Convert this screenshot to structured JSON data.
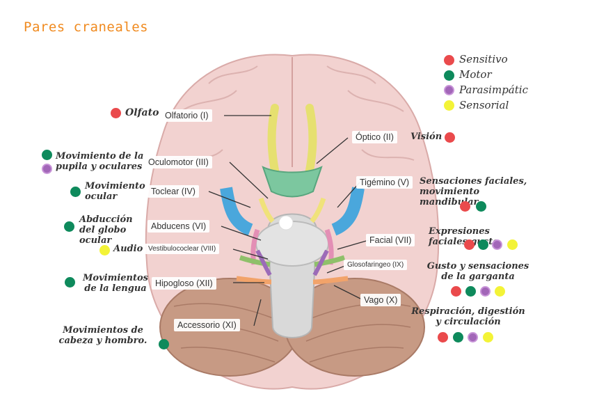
{
  "title": "Pares craneales",
  "legend": [
    {
      "label": "Sensitivo",
      "color": "#ea4a4c",
      "icon": "red-dot"
    },
    {
      "label": "Motor",
      "color": "#0e8a5c",
      "icon": "green-dot"
    },
    {
      "label": "Parasimpátic",
      "color": "#a266b8",
      "icon": "purple-dot"
    },
    {
      "label": "Sensorial",
      "color": "#f3f337",
      "icon": "yellow-dot"
    }
  ],
  "nerves": {
    "olfatorio": "Olfatorio (I)",
    "optico": "Óptico (II)",
    "oculomotor": "Oculomotor (III)",
    "toclear": "Toclear (IV)",
    "trigemino": "Tigémino (V)",
    "abducens": "Abducens (VI)",
    "facial": "Facial (VII)",
    "vestibulococlear": "Vestibulococlear (VIII)",
    "glosofaringeo": "Glosofaringeo (IX)",
    "vago": "Vago (X)",
    "accessorio": "Accessorio (XI)",
    "hipogloso": "Hipogloso (XII)"
  },
  "functions": {
    "olfato": "Olfato",
    "vision": "Visión",
    "pupila": "Movimiento de la pupila y oculares",
    "ocular": "Movimiento ocular",
    "sensaciones_faciales": "Sensaciones faciales, movimiento mandibular",
    "abduccion": "Abducción del globo ocular",
    "expresiones": "Expresiones faciales gusto.",
    "audio": "Audio",
    "gusto_garganta": "Gusto y sensaciones de la garganta",
    "lengua": "Movimientos de la lengua",
    "respiracion": "Respiración, digestión y circulación",
    "cabeza": "Movimientos de cabeza y hombro."
  }
}
